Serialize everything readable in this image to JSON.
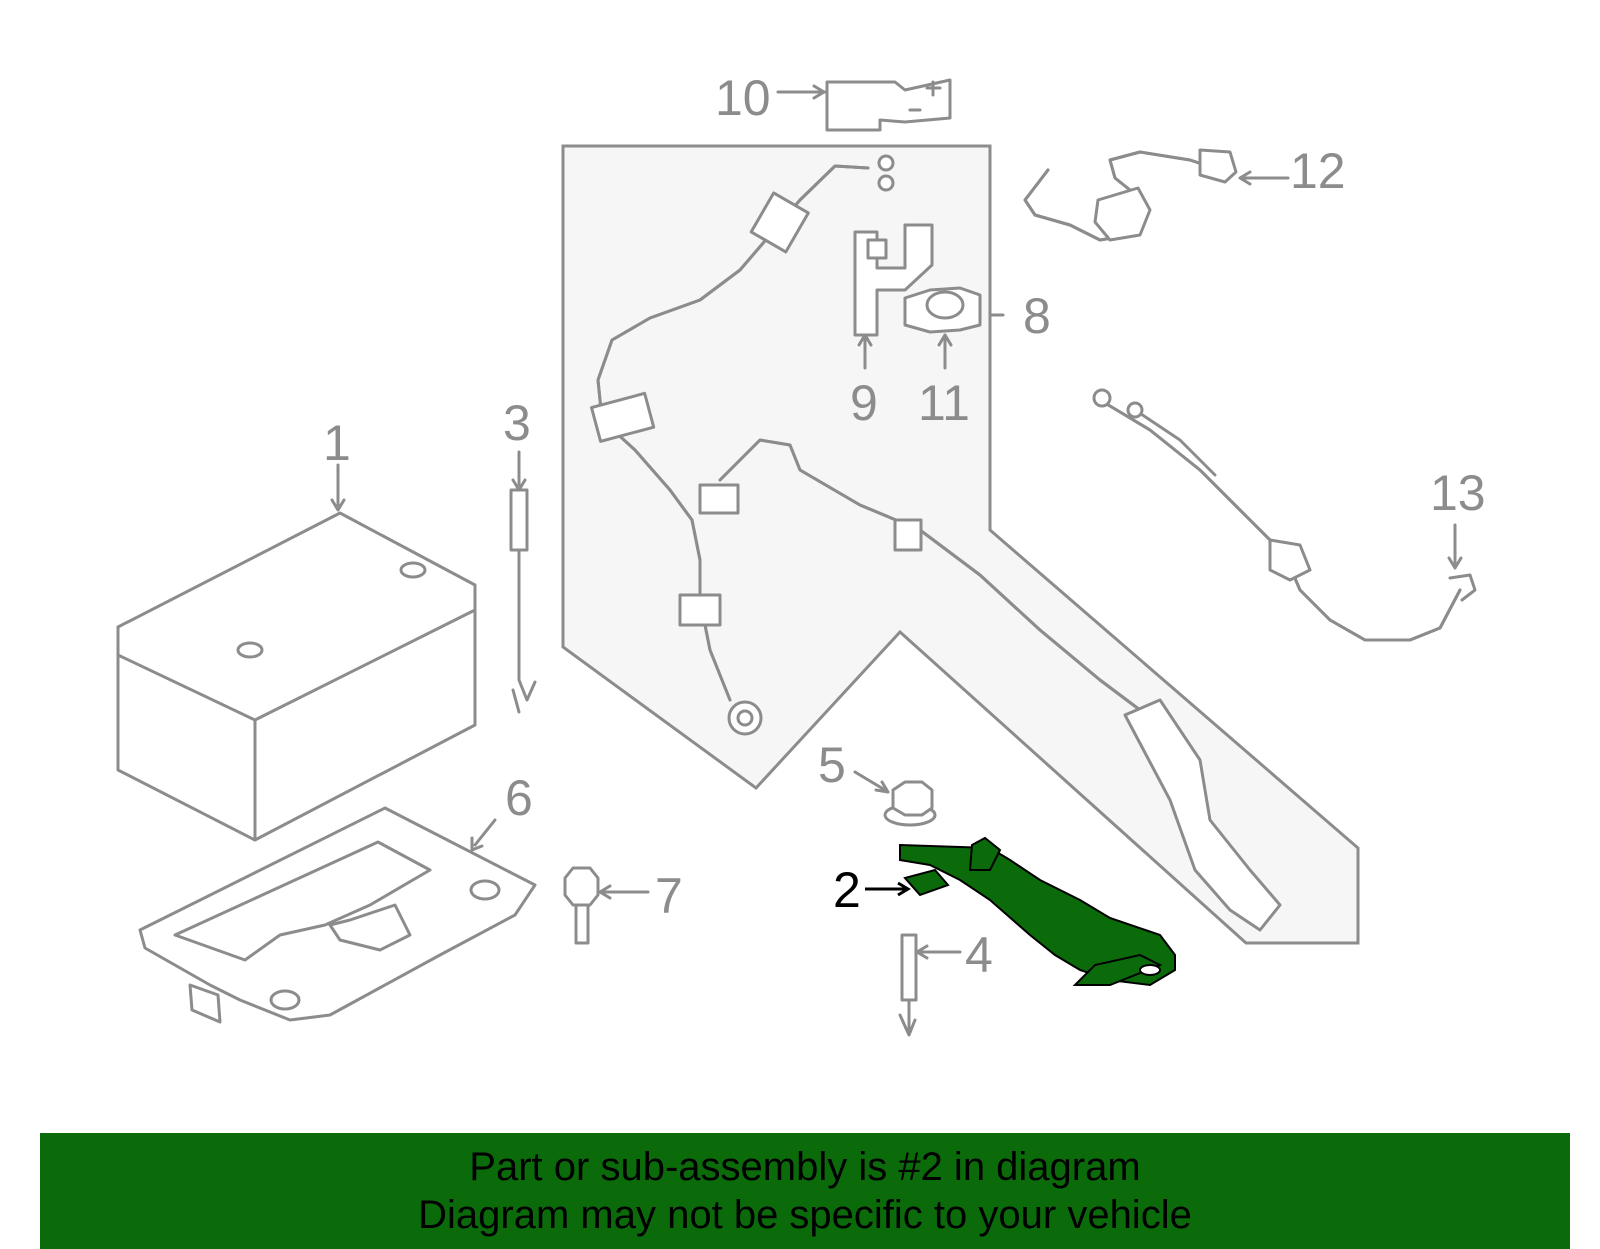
{
  "callouts": {
    "c1": "1",
    "c2": "2",
    "c3": "3",
    "c4": "4",
    "c5": "5",
    "c6": "6",
    "c7": "7",
    "c8": "8",
    "c9": "9",
    "c10": "10",
    "c11": "11",
    "c12": "12",
    "c13": "13"
  },
  "highlight_part": "2",
  "colors": {
    "highlight": "#0b6b0b",
    "line": "#8c8c8c",
    "panel": "#f6f6f6",
    "banner": "#0b6b0b"
  },
  "banner": {
    "line1": "Part or sub-assembly is #2 in diagram",
    "line2": "Diagram may not be specific to your vehicle"
  }
}
